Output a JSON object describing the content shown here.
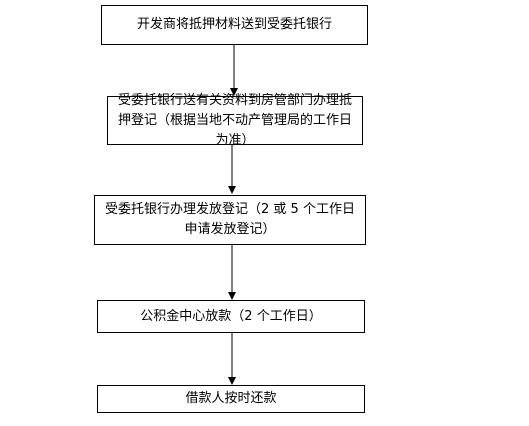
{
  "flowchart": {
    "steps": [
      {
        "text": "开发商将抵押材料送到受委托银行"
      },
      {
        "text": "受委托银行送有关资料到房管部门办理抵押登记（根据当地不动产管理局的工作日为准）"
      },
      {
        "text": "受委托银行办理发放登记（2 或 5 个工作日申请发放登记）"
      },
      {
        "text": "公积金中心放款（2 个工作日）"
      },
      {
        "text": "借款人按时还款"
      }
    ],
    "edges": [
      {
        "from": 0,
        "to": 1
      },
      {
        "from": 1,
        "to": 2
      },
      {
        "from": 2,
        "to": 3
      },
      {
        "from": 3,
        "to": 4
      }
    ],
    "colors": {
      "stroke": "#000000",
      "fill": "#ffffff",
      "text": "#000000"
    }
  }
}
